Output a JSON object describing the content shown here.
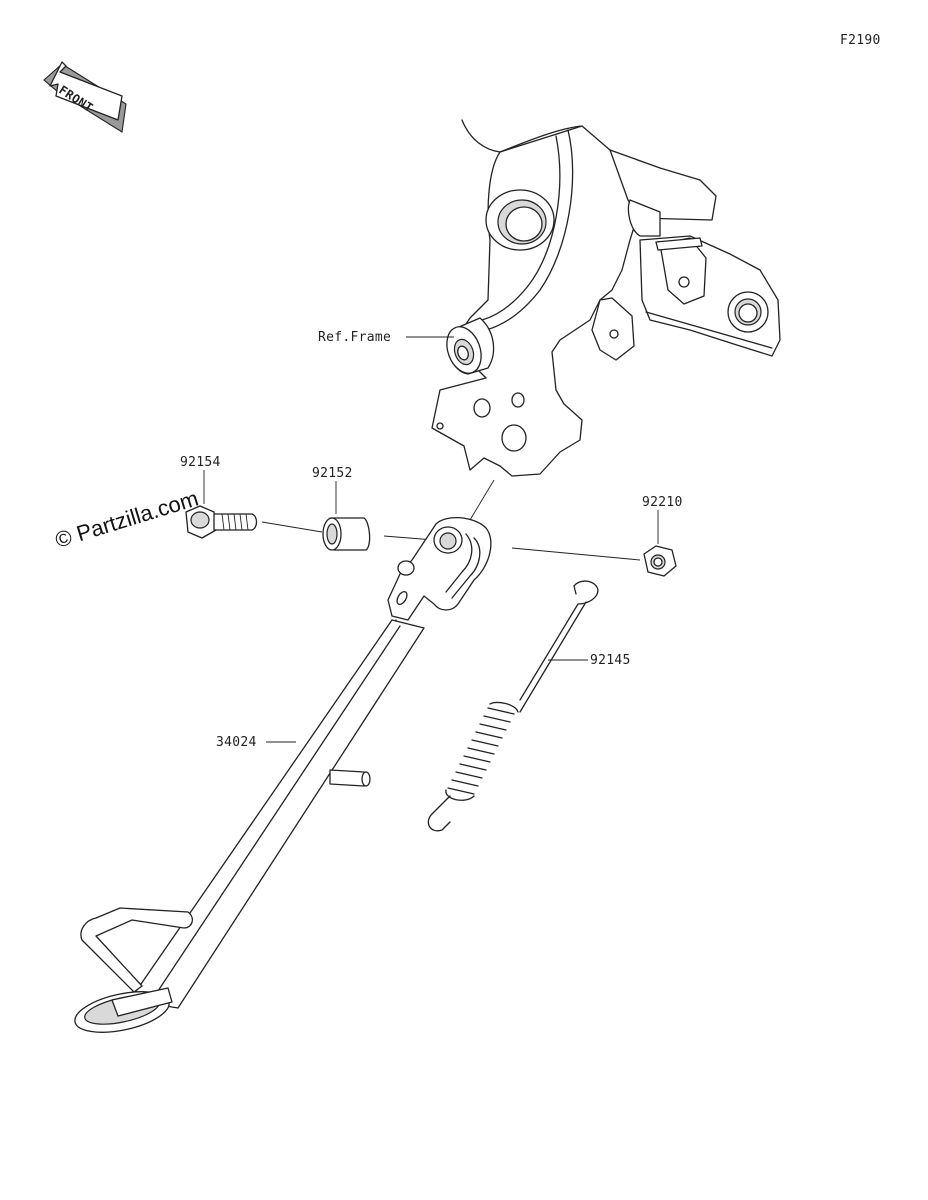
{
  "diagram": {
    "code": "F2190",
    "front_arrow": {
      "text": "FRONT"
    },
    "watermark": "© Partzilla.com",
    "parts": [
      {
        "id": "92154",
        "label": "92154"
      },
      {
        "id": "92152",
        "label": "92152"
      },
      {
        "id": "92210",
        "label": "92210"
      },
      {
        "id": "92145",
        "label": "92145"
      },
      {
        "id": "34024",
        "label": "34024"
      }
    ],
    "reference": {
      "label": "Ref.Frame"
    }
  }
}
